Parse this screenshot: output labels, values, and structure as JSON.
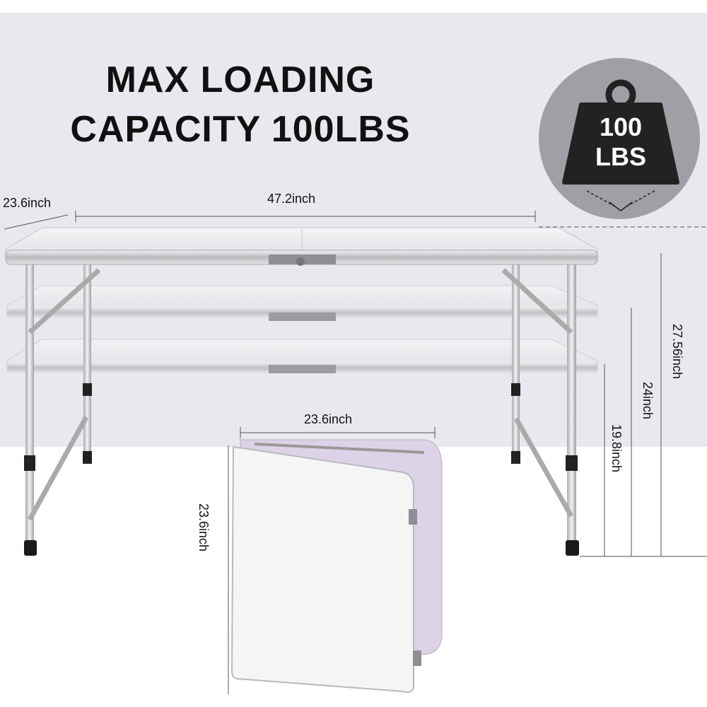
{
  "headline": {
    "line1": "MAX LOADING",
    "line2": "CAPACITY 100LBS"
  },
  "badge": {
    "value": "100",
    "unit": "LBS",
    "icon": "weight-icon",
    "color": "#9fa0a5"
  },
  "dimensions": {
    "table_depth": "23.6inch",
    "table_width": "47.2inch",
    "height_high": "27.56inch",
    "height_mid": "24inch",
    "height_low": "19.8inch",
    "folded_width": "23.6inch",
    "folded_height": "23.6inch"
  }
}
